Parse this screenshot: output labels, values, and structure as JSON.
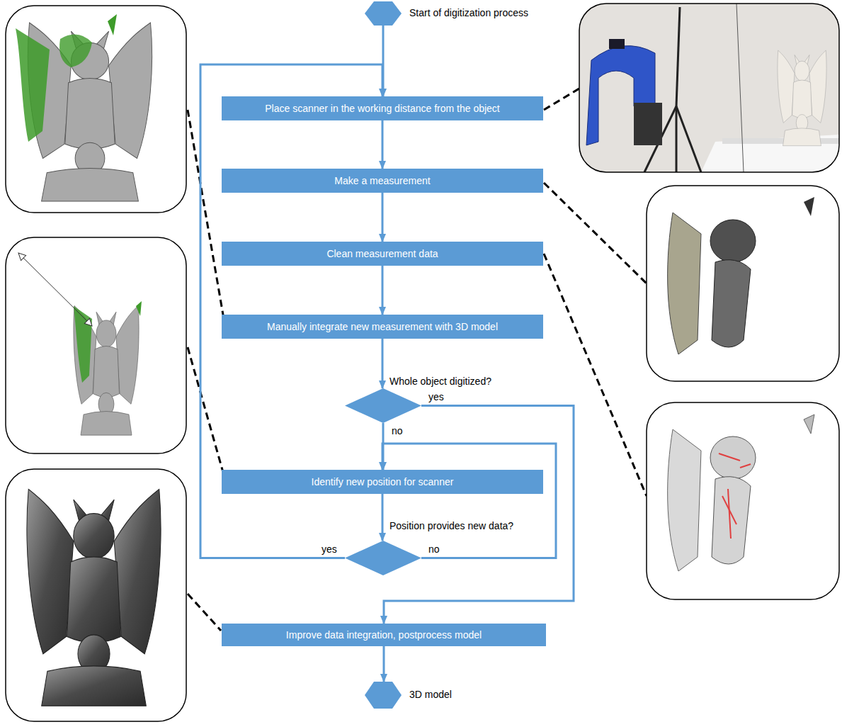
{
  "diagram": {
    "nodes": [
      {
        "text": [
          "Start of digitization process"
        ]
      },
      {
        "text": [
          "Place scanner in the working distance from the object"
        ]
      },
      {
        "text": [
          "Make a measurement"
        ]
      },
      {
        "text": [
          "Clean measurement data"
        ]
      },
      {
        "text": [
          "Manually integrate new measurement with 3D model"
        ]
      },
      {
        "text": [
          "Whole object digitized?"
        ]
      },
      {
        "text": [
          "Identify new position for scanner"
        ]
      },
      {
        "text": [
          "Position provides new data?"
        ]
      },
      {
        "text": [
          "Improve data integration, postprocess model"
        ]
      },
      {
        "text": [
          "3D model"
        ]
      }
    ],
    "edges": [
      {
        "from": 0,
        "to": 1,
        "arrow": "to"
      },
      {
        "from": 1,
        "to": 2,
        "arrow": "to"
      },
      {
        "from": 2,
        "to": 3,
        "arrow": "to"
      },
      {
        "from": 3,
        "to": 4,
        "arrow": "to"
      },
      {
        "from": 4,
        "to": 5,
        "arrow": "to"
      },
      {
        "from": 5,
        "to": 8,
        "label": "yes",
        "arrow": "to"
      },
      {
        "from": 5,
        "to": 6,
        "label": "no",
        "arrow": "to"
      },
      {
        "from": 6,
        "to": 7,
        "arrow": "to"
      },
      {
        "from": 7,
        "to": 1,
        "label": "yes",
        "arrow": "to"
      },
      {
        "from": 7,
        "to": 6,
        "label": "no",
        "arrow": "to"
      },
      {
        "from": 8,
        "to": 9,
        "arrow": "to"
      }
    ]
  }
}
